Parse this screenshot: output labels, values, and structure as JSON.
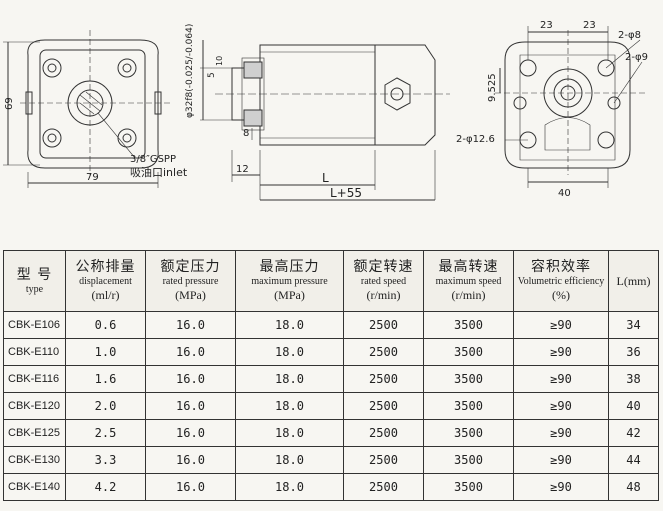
{
  "drawing": {
    "left_view": {
      "dim_height": "69",
      "dim_width": "79",
      "port_label": "3/8″GSPP",
      "port_caption": "吸油口inlet"
    },
    "mid_view": {
      "shaft_dia": "φ32f8(-0.025/-0.064)",
      "dim_5": "5",
      "dim_10": "10",
      "dim_8": "8",
      "dim_12": "12",
      "dim_L": "L",
      "dim_L55": "L+55"
    },
    "right_view": {
      "dim_23a": "23",
      "dim_23b": "23",
      "hole_a": "2-φ8",
      "hole_b": "2-φ9",
      "dim_9525": "9.525",
      "hole_c": "2-φ12.6",
      "dim_40": "40"
    }
  },
  "table": {
    "headers": [
      {
        "zh": "型 号",
        "en": "type",
        "unit": ""
      },
      {
        "zh": "公称排量",
        "en": "displacement",
        "unit": "(ml/r)"
      },
      {
        "zh": "额定压力",
        "en": "rated pressure",
        "unit": "(MPa)"
      },
      {
        "zh": "最高压力",
        "en": "maximum pressure",
        "unit": "(MPa)"
      },
      {
        "zh": "额定转速",
        "en": "rated speed",
        "unit": "(r/min)"
      },
      {
        "zh": "最高转速",
        "en": "maximum speed",
        "unit": "(r/min)"
      },
      {
        "zh": "容积效率",
        "en": "Volumetric efficiency",
        "unit": "(%)"
      },
      {
        "zh": "",
        "en": "",
        "unit": "L(mm)"
      }
    ],
    "rows": [
      [
        "CBK-E106",
        "0.6",
        "16.0",
        "18.0",
        "2500",
        "3500",
        "≥90",
        "34"
      ],
      [
        "CBK-E110",
        "1.0",
        "16.0",
        "18.0",
        "2500",
        "3500",
        "≥90",
        "36"
      ],
      [
        "CBK-E116",
        "1.6",
        "16.0",
        "18.0",
        "2500",
        "3500",
        "≥90",
        "38"
      ],
      [
        "CBK-E120",
        "2.0",
        "16.0",
        "18.0",
        "2500",
        "3500",
        "≥90",
        "40"
      ],
      [
        "CBK-E125",
        "2.5",
        "16.0",
        "18.0",
        "2500",
        "3500",
        "≥90",
        "42"
      ],
      [
        "CBK-E130",
        "3.3",
        "16.0",
        "18.0",
        "2500",
        "3500",
        "≥90",
        "44"
      ],
      [
        "CBK-E140",
        "4.2",
        "16.0",
        "18.0",
        "2500",
        "3500",
        "≥90",
        "48"
      ]
    ]
  }
}
